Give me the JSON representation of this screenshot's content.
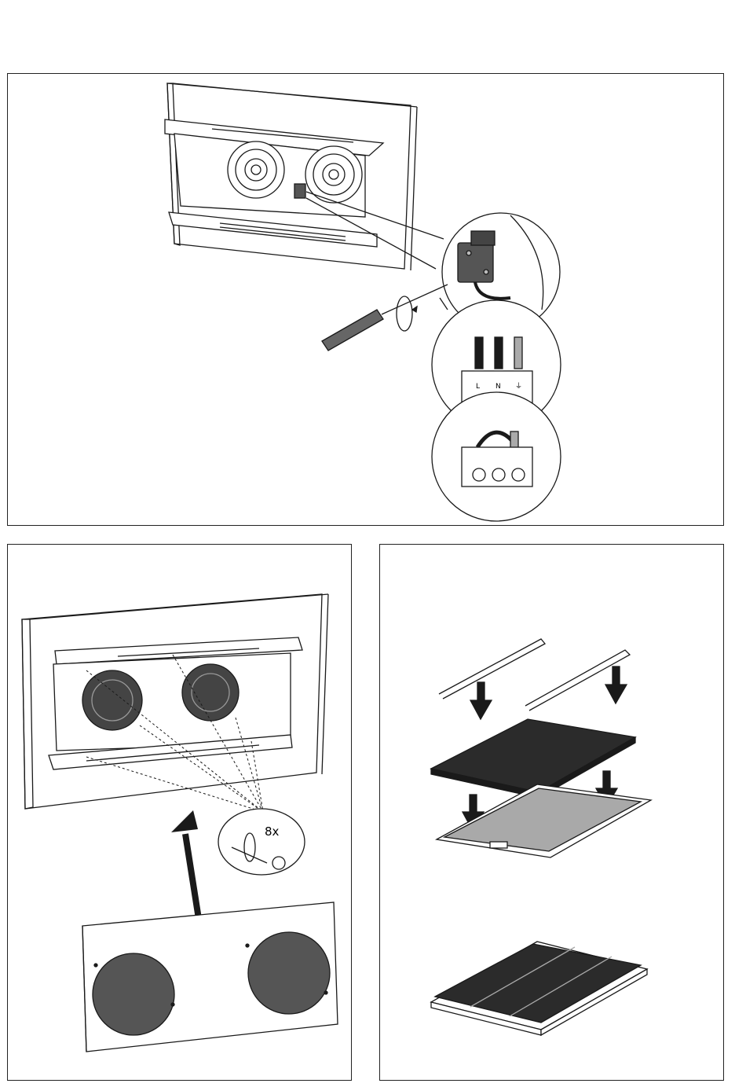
{
  "steps": [
    {
      "id": "electrical-connection",
      "terminal_labels": [
        "L",
        "N",
        "⏚"
      ]
    },
    {
      "id": "mount-front-panel",
      "screw_count_label": "8x"
    },
    {
      "id": "insert-carbon-filter",
      "terminal_labels": []
    }
  ],
  "colors": {
    "line": "#1a1a1a",
    "filter_dark": "#2b2b2b",
    "filter_gray": "#a9a9a9",
    "mesh": "#555555"
  }
}
